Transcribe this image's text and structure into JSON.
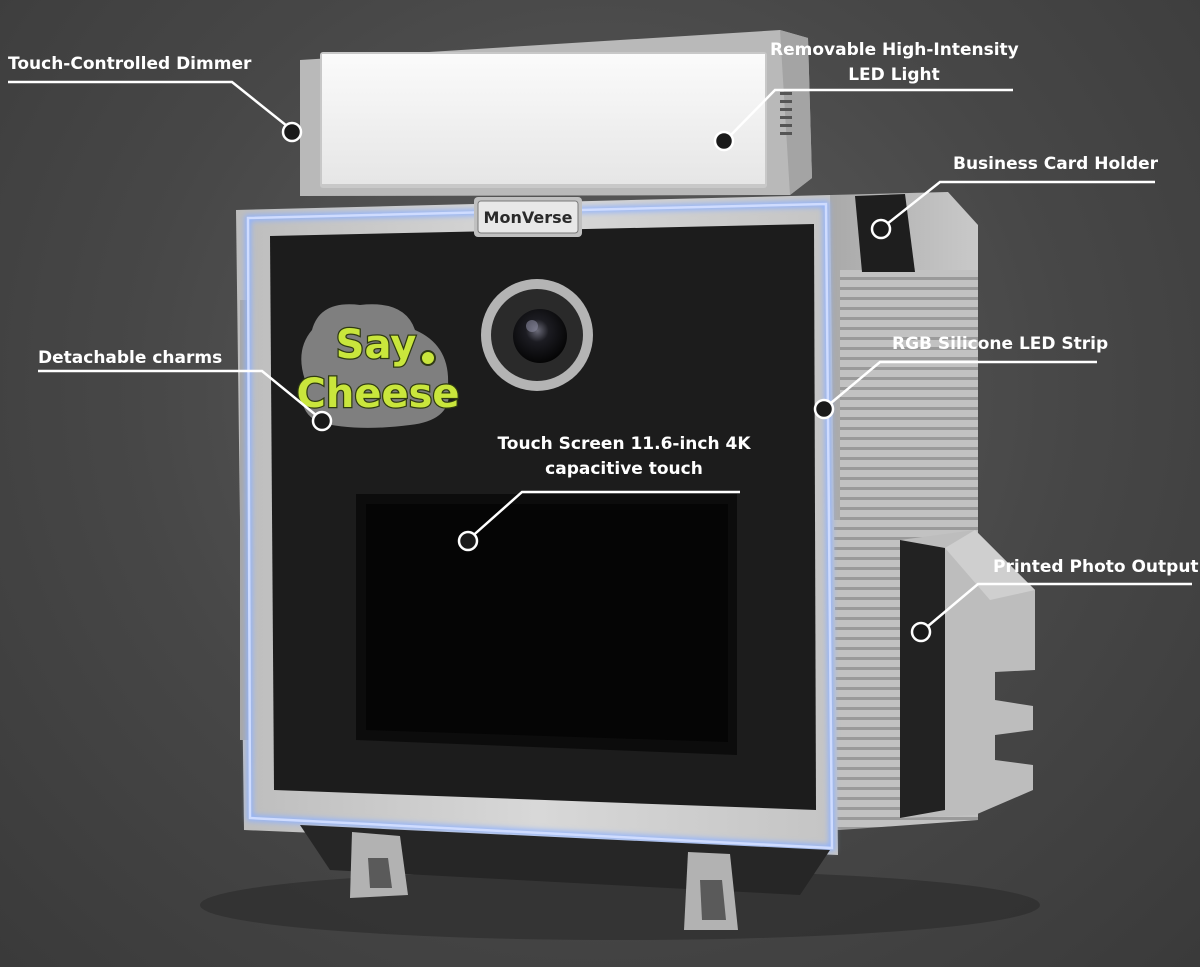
{
  "device": {
    "brand_label": "MonVerse",
    "charm_line1": "Say",
    "charm_line2": "Cheese"
  },
  "colors": {
    "background": "#474747",
    "body": "#cfcfcf",
    "front_panel": "#1c1c1c",
    "led_strip": "#8fb2ff",
    "charm": "#c9e63c",
    "callout": "#ffffff"
  },
  "callouts": [
    {
      "id": "dimmer",
      "label": "Touch-Controlled Dimmer"
    },
    {
      "id": "led-light",
      "label_line1": "Removable High-Intensity",
      "label_line2": "LED Light"
    },
    {
      "id": "card-holder",
      "label": "Business Card Holder"
    },
    {
      "id": "charms",
      "label": "Detachable charms"
    },
    {
      "id": "led-strip",
      "label": "RGB Silicone LED Strip"
    },
    {
      "id": "touch-screen",
      "label_line1": "Touch Screen 11.6-inch 4K",
      "label_line2": "capacitive touch"
    },
    {
      "id": "photo-output",
      "label": "Printed Photo Output"
    }
  ]
}
